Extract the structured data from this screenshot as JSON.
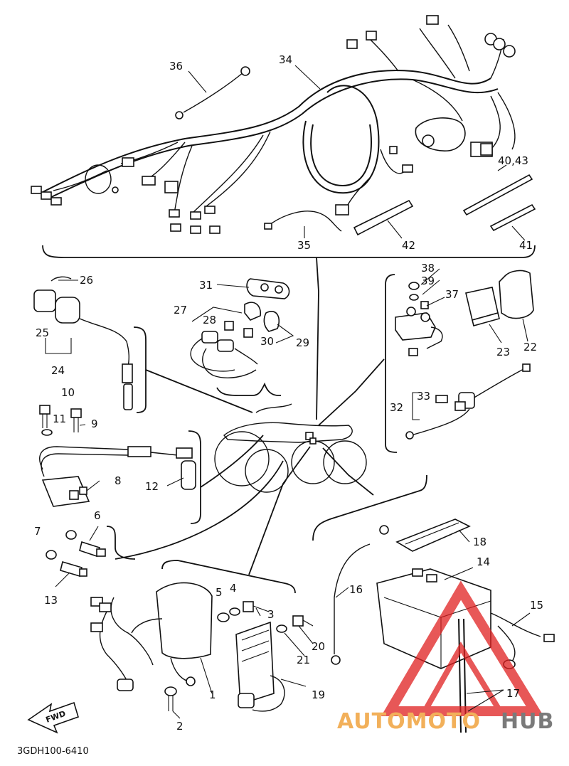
{
  "diagram_code": "3GDH100-6410",
  "fwd_label": "FWD",
  "watermark": {
    "text_a": "AUTOMOTO",
    "text_b": "HUB",
    "color_a": "#f2b05a",
    "color_b": "#7a7a7a",
    "triangle_color": "#e02020"
  },
  "labels": {
    "l1": "1",
    "l2": "2",
    "l3": "3",
    "l4": "4",
    "l5": "5",
    "l6": "6",
    "l7": "7",
    "l8": "8",
    "l9": "9",
    "l10": "10",
    "l11": "11",
    "l12": "12",
    "l13": "13",
    "l14": "14",
    "l15": "15",
    "l16": "16",
    "l17": "17",
    "l18": "18",
    "l19": "19",
    "l20": "20",
    "l21": "21",
    "l22": "22",
    "l23": "23",
    "l24": "24",
    "l25": "25",
    "l26": "26",
    "l27": "27",
    "l28": "28",
    "l29": "29",
    "l30": "30",
    "l31": "31",
    "l32": "32",
    "l33": "33",
    "l34": "34",
    "l35": "35",
    "l36": "36",
    "l37": "37",
    "l38": "38",
    "l39": "39",
    "l4043": "40,43",
    "l41": "41",
    "l42": "42"
  }
}
